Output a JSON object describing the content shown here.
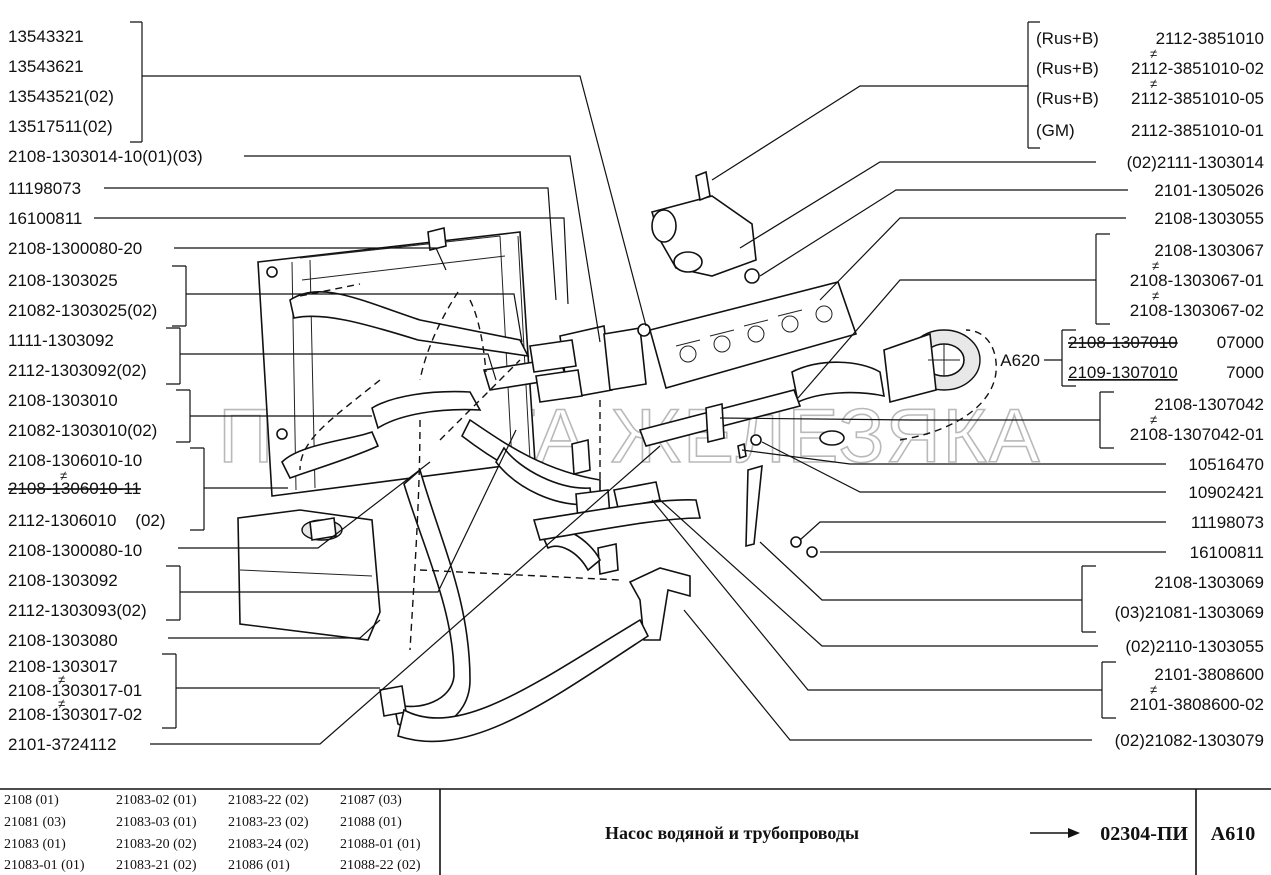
{
  "left_labels": [
    {
      "id": "l1",
      "text": "13543321"
    },
    {
      "id": "l2",
      "text": "13543621"
    },
    {
      "id": "l3",
      "text": "13543521(02)"
    },
    {
      "id": "l4",
      "text": "13517511(02)"
    },
    {
      "id": "l5",
      "text": "2108-1303014-10(01)(03)"
    },
    {
      "id": "l6",
      "text": "11198073"
    },
    {
      "id": "l7",
      "text": "16100811"
    },
    {
      "id": "l8",
      "text": "2108-1300080-20"
    },
    {
      "id": "l9",
      "text": "2108-1303025"
    },
    {
      "id": "l10",
      "text": "21082-1303025(02)"
    },
    {
      "id": "l11",
      "text": "1111-1303092"
    },
    {
      "id": "l12",
      "text": "2112-1303092(02)"
    },
    {
      "id": "l13",
      "text": "2108-1303010"
    },
    {
      "id": "l14",
      "text": "21082-1303010(02)"
    },
    {
      "id": "l15",
      "text": "2108-1306010-10"
    },
    {
      "id": "l16",
      "text": "2108-1306010-11"
    },
    {
      "id": "l17",
      "text": "2112-1306010    (02)"
    },
    {
      "id": "l18",
      "text": "2108-1300080-10"
    },
    {
      "id": "l19",
      "text": "2108-1303092"
    },
    {
      "id": "l20",
      "text": "2112-1303093(02)"
    },
    {
      "id": "l21",
      "text": "2108-1303080"
    },
    {
      "id": "l22",
      "text": "2108-1303017"
    },
    {
      "id": "l23",
      "text": "2108-1303017-01"
    },
    {
      "id": "l24",
      "text": "2108-1303017-02"
    },
    {
      "id": "l25",
      "text": "2101-3724112"
    }
  ],
  "right_labels": [
    {
      "id": "r1a",
      "text": "(Rus+B)"
    },
    {
      "id": "r1b",
      "text": "2112-3851010"
    },
    {
      "id": "r2a",
      "text": "(Rus+B)"
    },
    {
      "id": "r2b",
      "text": "2112-3851010-02"
    },
    {
      "id": "r3a",
      "text": "(Rus+B)"
    },
    {
      "id": "r3b",
      "text": "2112-3851010-05"
    },
    {
      "id": "r4a",
      "text": "(GM)"
    },
    {
      "id": "r4b",
      "text": "2112-3851010-01"
    },
    {
      "id": "r5",
      "text": "(02)2111-1303014"
    },
    {
      "id": "r6",
      "text": "2101-1305026"
    },
    {
      "id": "r7",
      "text": "2108-1303055"
    },
    {
      "id": "r8",
      "text": "2108-1303067"
    },
    {
      "id": "r9",
      "text": "2108-1303067-01"
    },
    {
      "id": "r10",
      "text": "2108-1303067-02"
    },
    {
      "id": "r11a",
      "text": "2108-1307010"
    },
    {
      "id": "r11b",
      "text": "07000"
    },
    {
      "id": "r12a",
      "text": "2109-1307010"
    },
    {
      "id": "r12b",
      "text": "7000"
    },
    {
      "id": "r13",
      "text": "2108-1307042"
    },
    {
      "id": "r14",
      "text": "2108-1307042-01"
    },
    {
      "id": "r15",
      "text": "10516470"
    },
    {
      "id": "r16",
      "text": "10902421"
    },
    {
      "id": "r17",
      "text": "11198073"
    },
    {
      "id": "r18",
      "text": "16100811"
    },
    {
      "id": "r19",
      "text": "2108-1303069"
    },
    {
      "id": "r20",
      "text": "(03)21081-1303069"
    },
    {
      "id": "r21",
      "text": "(02)2110-1303055"
    },
    {
      "id": "r22",
      "text": "2101-3808600"
    },
    {
      "id": "r23",
      "text": "2101-3808600-02"
    },
    {
      "id": "r24",
      "text": "(02)21082-1303079"
    }
  ],
  "callout": "A620",
  "neq": "≠",
  "watermark": "ПЛАНЕТА ЖЕЛЕЗЯКА",
  "footer": {
    "models": [
      [
        "2108 (01)",
        "21083-02 (01)",
        "21083-22 (02)",
        "21087 (03)"
      ],
      [
        "21081 (03)",
        "21083-03 (01)",
        "21083-23 (02)",
        "21088 (01)"
      ],
      [
        "21083 (01)",
        "21083-20 (02)",
        "21083-24 (02)",
        "21088-01 (01)"
      ],
      [
        "21083-01 (01)",
        "21083-21 (02)",
        "21086 (01)",
        "21088-22 (02)"
      ]
    ],
    "title": "Насос водяной и трубопроводы",
    "arrow": "→",
    "reference": "02304-ПИ",
    "code": "A610"
  }
}
